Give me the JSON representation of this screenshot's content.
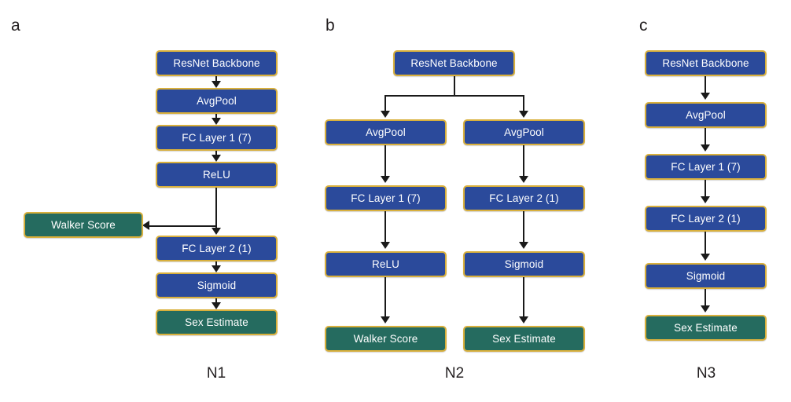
{
  "figure": {
    "background_color": "#ffffff",
    "node_blue": "#2b4a9b",
    "node_teal": "#256b5f",
    "node_border": "#d9b03c",
    "connector_color": "#1a1a1a"
  },
  "panels": [
    {
      "letter": "a",
      "caption": "N1",
      "nodes": [
        {
          "label": "ResNet Backbone",
          "kind": "blue"
        },
        {
          "label": "AvgPool",
          "kind": "blue"
        },
        {
          "label": "FC Layer 1 (7)",
          "kind": "blue"
        },
        {
          "label": "ReLU",
          "kind": "blue"
        },
        {
          "label": "Walker Score",
          "kind": "teal"
        },
        {
          "label": "FC Layer 2 (1)",
          "kind": "blue"
        },
        {
          "label": "Sigmoid",
          "kind": "blue"
        },
        {
          "label": "Sex Estimate",
          "kind": "teal"
        }
      ],
      "edges": [
        {
          "from": "ResNet Backbone",
          "to": "AvgPool"
        },
        {
          "from": "AvgPool",
          "to": "FC Layer 1 (7)"
        },
        {
          "from": "FC Layer 1 (7)",
          "to": "ReLU"
        },
        {
          "from": "ReLU",
          "to": "Walker Score"
        },
        {
          "from": "ReLU",
          "to": "FC Layer 2 (1)"
        },
        {
          "from": "FC Layer 2 (1)",
          "to": "Sigmoid"
        },
        {
          "from": "Sigmoid",
          "to": "Sex Estimate"
        }
      ]
    },
    {
      "letter": "b",
      "caption": "N2",
      "nodes": [
        {
          "label": "ResNet Backbone",
          "kind": "blue"
        },
        {
          "label": "AvgPool",
          "kind": "blue"
        },
        {
          "label": "AvgPool",
          "kind": "blue"
        },
        {
          "label": "FC Layer 1 (7)",
          "kind": "blue"
        },
        {
          "label": "FC Layer 2 (1)",
          "kind": "blue"
        },
        {
          "label": "ReLU",
          "kind": "blue"
        },
        {
          "label": "Sigmoid",
          "kind": "blue"
        },
        {
          "label": "Walker Score",
          "kind": "teal"
        },
        {
          "label": "Sex Estimate",
          "kind": "teal"
        }
      ],
      "edges": [
        {
          "from": "ResNet Backbone",
          "to": "AvgPool (left)"
        },
        {
          "from": "ResNet Backbone",
          "to": "AvgPool (right)"
        },
        {
          "from": "AvgPool (left)",
          "to": "FC Layer 1 (7)"
        },
        {
          "from": "AvgPool (right)",
          "to": "FC Layer 2 (1)"
        },
        {
          "from": "FC Layer 1 (7)",
          "to": "ReLU"
        },
        {
          "from": "FC Layer 2 (1)",
          "to": "Sigmoid"
        },
        {
          "from": "ReLU",
          "to": "Walker Score"
        },
        {
          "from": "Sigmoid",
          "to": "Sex Estimate"
        }
      ]
    },
    {
      "letter": "c",
      "caption": "N3",
      "nodes": [
        {
          "label": "ResNet Backbone",
          "kind": "blue"
        },
        {
          "label": "AvgPool",
          "kind": "blue"
        },
        {
          "label": "FC Layer 1 (7)",
          "kind": "blue"
        },
        {
          "label": "FC Layer 2 (1)",
          "kind": "blue"
        },
        {
          "label": "Sigmoid",
          "kind": "blue"
        },
        {
          "label": "Sex Estimate",
          "kind": "teal"
        }
      ],
      "edges": [
        {
          "from": "ResNet Backbone",
          "to": "AvgPool"
        },
        {
          "from": "AvgPool",
          "to": "FC Layer 1 (7)"
        },
        {
          "from": "FC Layer 1 (7)",
          "to": "FC Layer 2 (1)"
        },
        {
          "from": "FC Layer 2 (1)",
          "to": "Sigmoid"
        },
        {
          "from": "Sigmoid",
          "to": "Sex Estimate"
        }
      ]
    }
  ]
}
